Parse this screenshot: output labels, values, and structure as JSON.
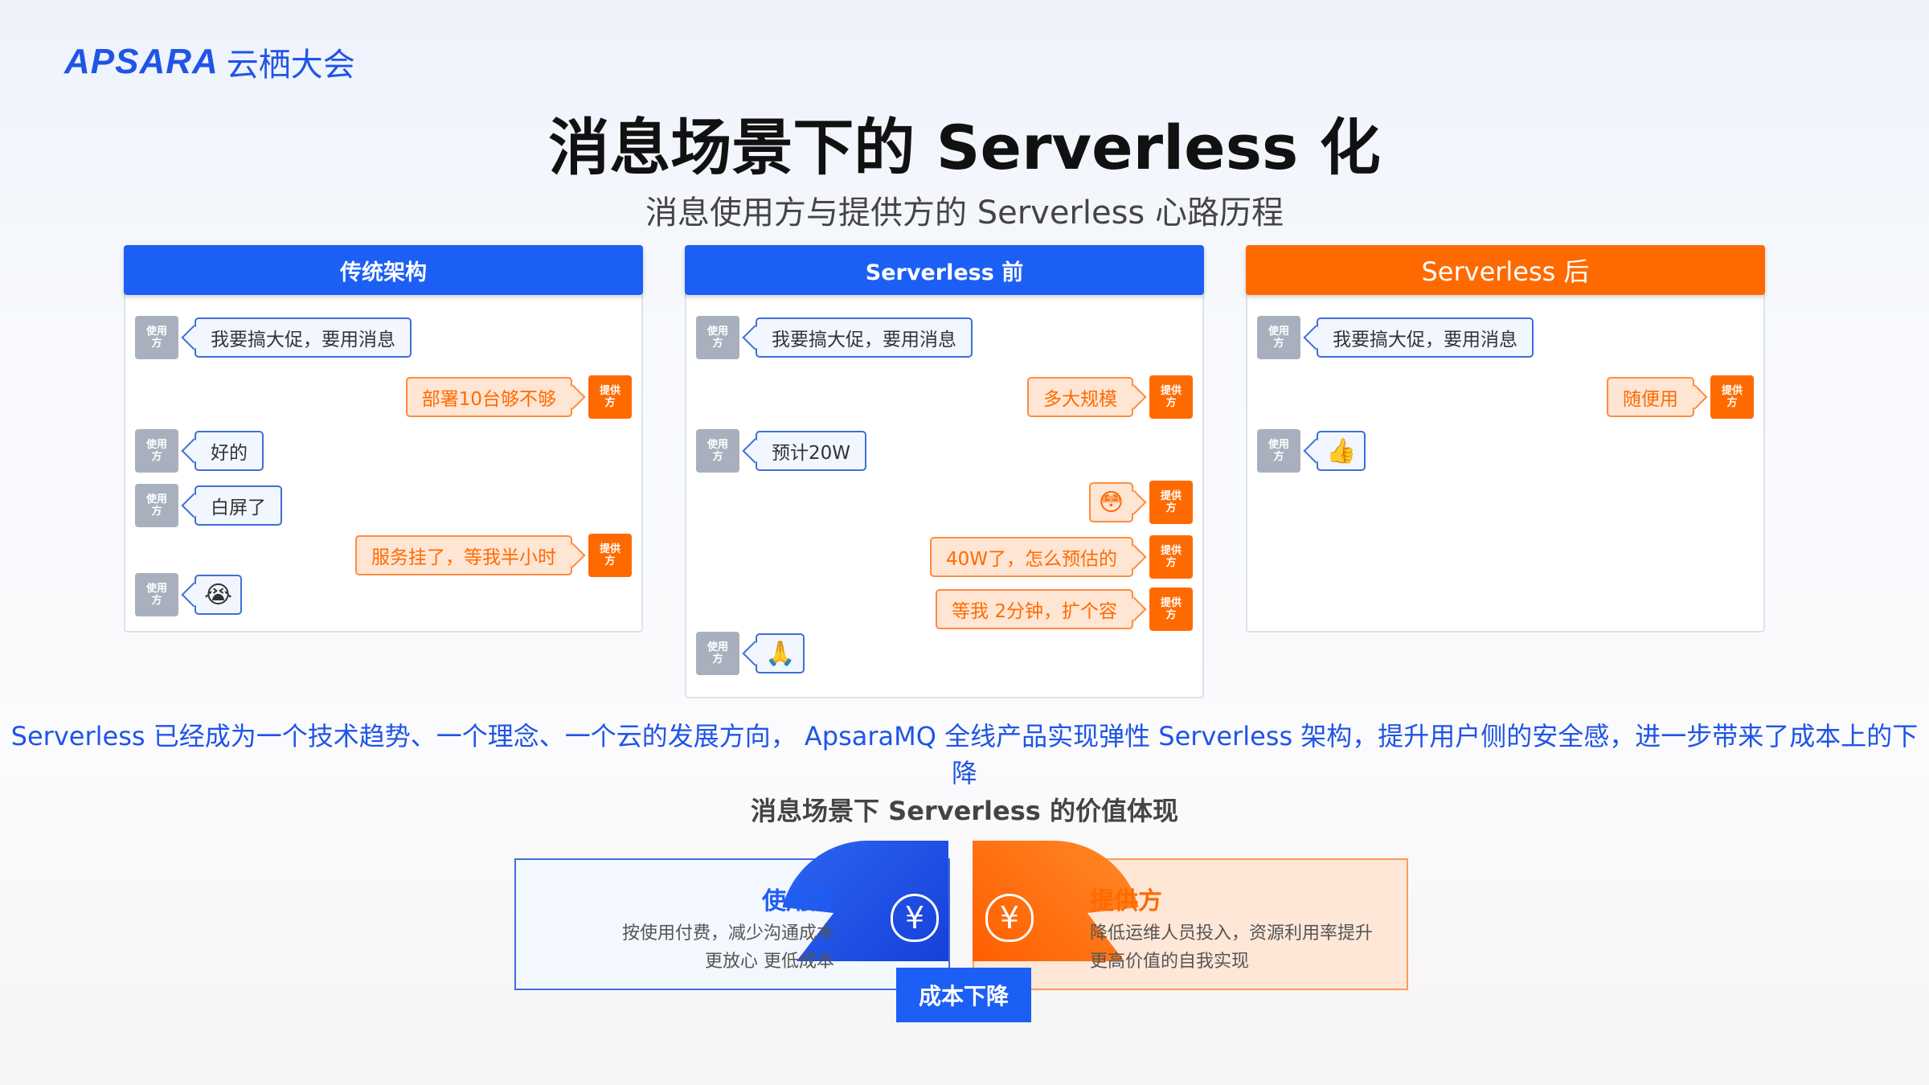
{
  "logo": {
    "brand": "APSARA",
    "cn": "云栖大会"
  },
  "title": "消息场景下的 Serverless 化",
  "subtitle": "消息使用方与提供方的 Serverless 心路历程",
  "avatars": {
    "user": "使用方",
    "provider": "提供方"
  },
  "panels": [
    {
      "header": "传统架构",
      "color": "#1c5ff5",
      "messages": [
        {
          "role": "user",
          "text": "我要搞大促，要用消息"
        },
        {
          "role": "provider",
          "text": "部署10台够不够"
        },
        {
          "role": "user",
          "text": "好的"
        },
        {
          "role": "user",
          "text": "白屏了"
        },
        {
          "role": "provider",
          "text": "服务挂了，等我半小时"
        },
        {
          "role": "user",
          "text": "😭"
        }
      ]
    },
    {
      "header": "Serverless 前",
      "color": "#1c5ff5",
      "messages": [
        {
          "role": "user",
          "text": "我要搞大促，要用消息"
        },
        {
          "role": "provider",
          "text": "多大规模"
        },
        {
          "role": "user",
          "text": "预计20W"
        },
        {
          "role": "provider",
          "text": "😳"
        },
        {
          "role": "provider",
          "text": "40W了，怎么预估的"
        },
        {
          "role": "provider",
          "text": "等我 2分钟，扩个容"
        },
        {
          "role": "user",
          "text": "🙏"
        }
      ]
    },
    {
      "header": "Serverless 后",
      "color": "#ff6a00",
      "messages": [
        {
          "role": "user",
          "text": "我要搞大促，要用消息"
        },
        {
          "role": "provider",
          "text": "随便用"
        },
        {
          "role": "user",
          "text": "👍"
        }
      ]
    }
  ],
  "statement": "Serverless 已经成为一个技术趋势、一个理念、一个云的发展方向， ApsaraMQ 全线产品实现弹性 Serverless 架构，提升用户侧的安全感，进一步带来了成本上的下降",
  "value": {
    "title": "消息场景下 Serverless 的价值体现",
    "user": {
      "heading": "使用方",
      "line1": "按使用付费，减少沟通成本",
      "line2": "更放心 更低成本"
    },
    "provider": {
      "heading": "提供方",
      "line1": "降低运维人员投入，资源利用率提升",
      "line2": "更高价值的自我实现"
    },
    "money_symbol": "¥",
    "badge": "成本下降"
  },
  "colors": {
    "blue": "#1c5ff5",
    "orange": "#ff6a00"
  },
  "icons": [
    "money-bag-icon"
  ]
}
